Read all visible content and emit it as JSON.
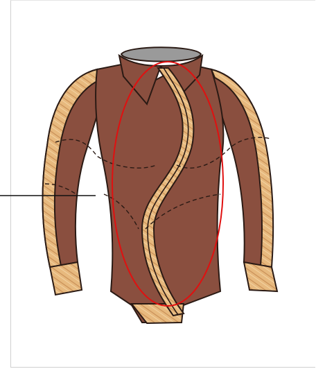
{
  "figure": {
    "subject": "shirt-garment-illustration",
    "colors": {
      "body": "#8a4f3f",
      "trim": "#e7b97e",
      "trim_grain": "#c98f57",
      "outline": "#2a1a14",
      "collar_inner": "#9a9a9a",
      "highlight_ellipse": "#e01010",
      "pointer_line": "#111111",
      "seam": "#2a1a14"
    },
    "annotations": {
      "highlight": "ellipse-around-center-panel",
      "pointer": "leader-line-to-left-side"
    }
  }
}
